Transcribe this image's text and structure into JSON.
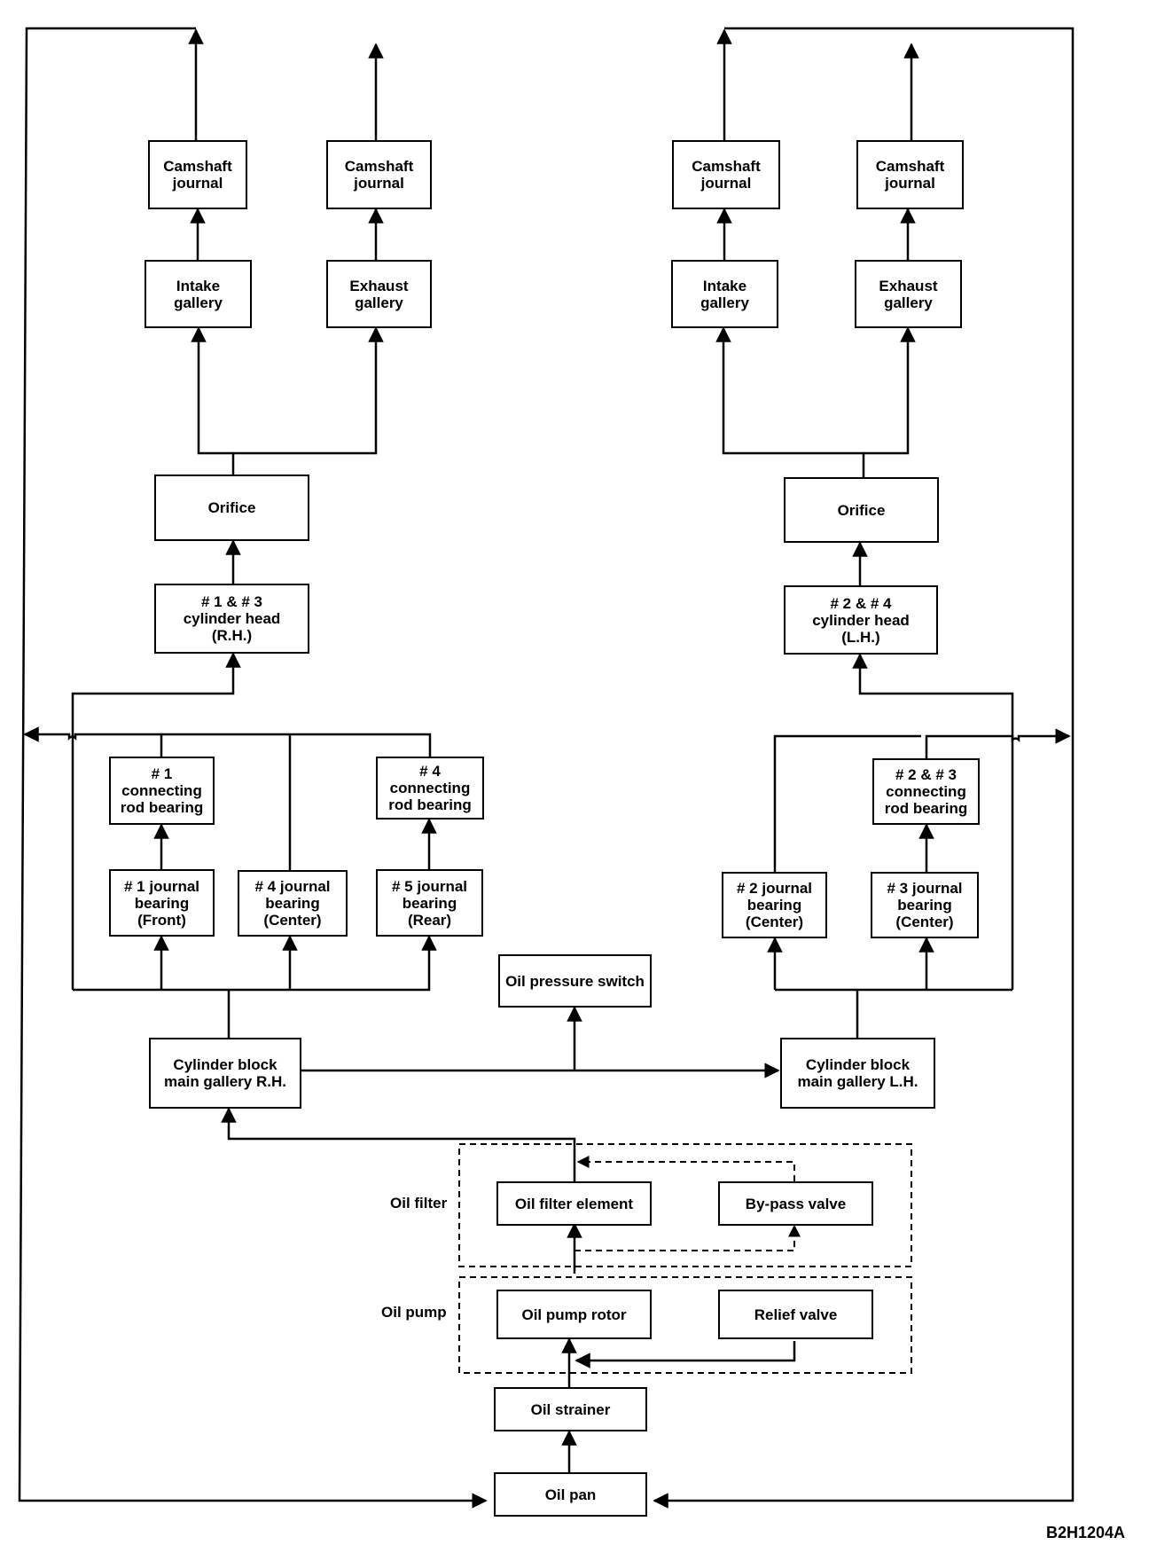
{
  "boxes": {
    "cam_rh_1": "Camshaft\njournal",
    "cam_rh_2": "Camshaft\njournal",
    "cam_lh_1": "Camshaft\njournal",
    "cam_lh_2": "Camshaft\njournal",
    "intake_rh": "Intake\ngallery",
    "exhaust_rh": "Exhaust\ngallery",
    "intake_lh": "Intake\ngallery",
    "exhaust_lh": "Exhaust\ngallery",
    "orifice_rh": "Orifice",
    "orifice_lh": "Orifice",
    "head_rh": "# 1 & # 3\ncylinder head\n(R.H.)",
    "head_lh": "# 2 & # 4\ncylinder head\n(L.H.)",
    "rod_1": "# 1\nconnecting\nrod bearing",
    "rod_4": "# 4\nconnecting\nrod bearing",
    "rod_23": "# 2 & # 3\nconnecting\nrod bearing",
    "journal_1": "# 1 journal\nbearing\n(Front)",
    "journal_4": "# 4 journal\nbearing\n(Center)",
    "journal_5": "# 5 journal\nbearing\n(Rear)",
    "journal_2": "# 2 journal\nbearing\n(Center)",
    "journal_3": "# 3 journal\nbearing\n(Center)",
    "oil_pressure_switch": "Oil pressure switch",
    "gallery_rh": "Cylinder block\nmain gallery R.H.",
    "gallery_lh": "Cylinder block\nmain gallery L.H.",
    "oil_filter_element": "Oil filter element",
    "bypass_valve": "By-pass valve",
    "oil_pump_rotor": "Oil pump rotor",
    "relief_valve": "Relief valve",
    "oil_strainer": "Oil strainer",
    "oil_pan": "Oil pan"
  },
  "group_labels": {
    "oil_filter": "Oil filter",
    "oil_pump": "Oil pump"
  },
  "figure_code": "B2H1204A"
}
